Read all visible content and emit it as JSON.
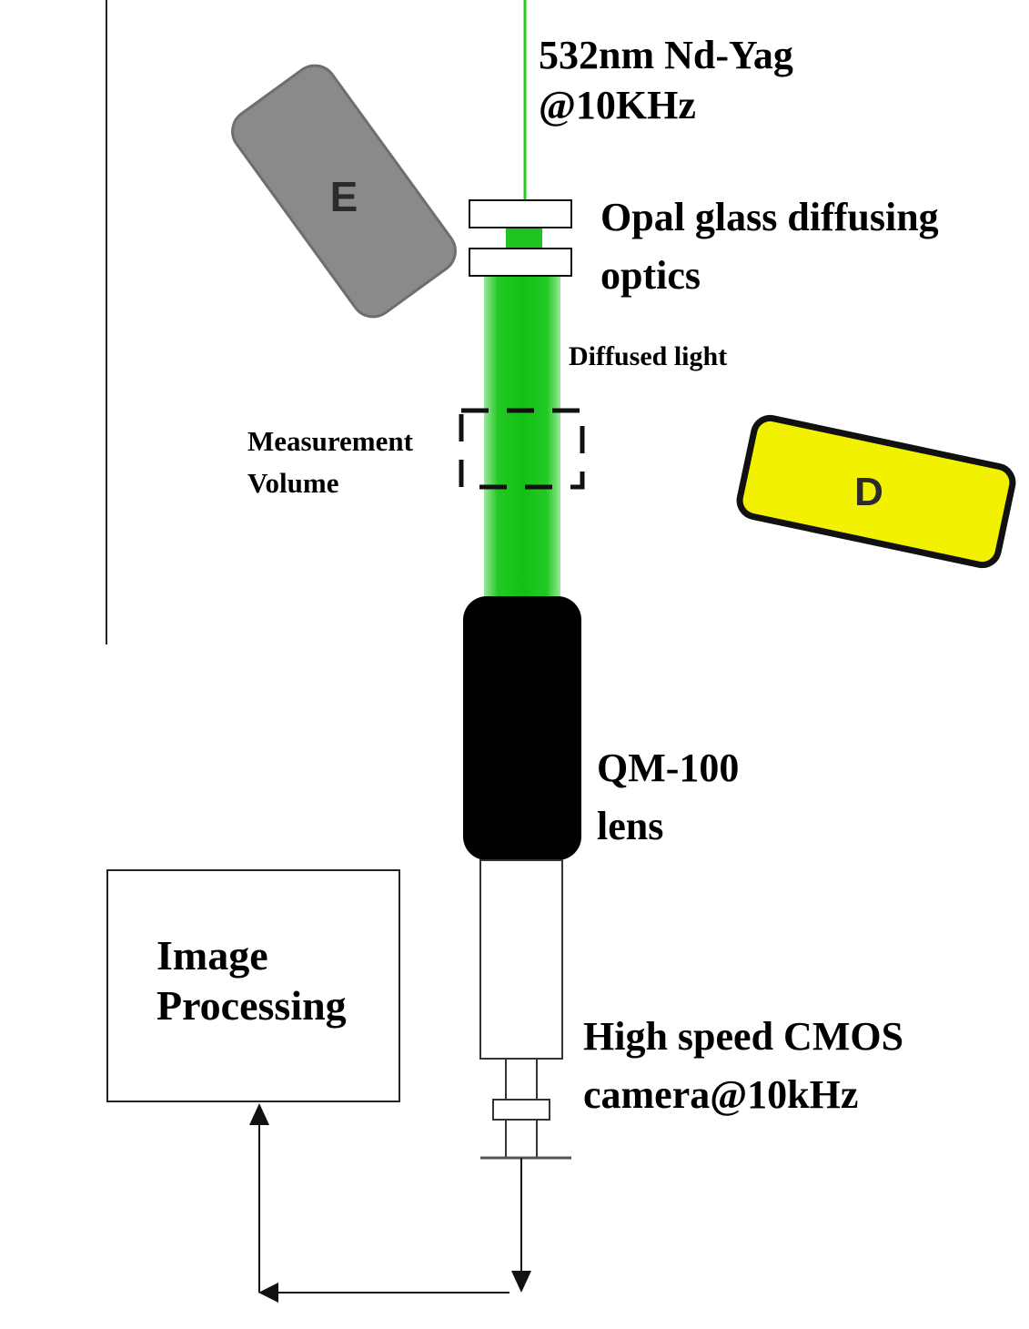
{
  "labels": {
    "laser_line1": "532nm Nd-Yag",
    "laser_line2": "@10KHz",
    "optics_line1": "Opal glass diffusing",
    "optics_line2": "optics",
    "diffused": "Diffused light",
    "measure_line1": "Measurement",
    "measure_line2": "Volume",
    "lens_line1": "QM-100",
    "lens_line2": "lens",
    "camera_line1": "High speed CMOS",
    "camera_line2": "camera@10kHz",
    "processing_line1": "Image",
    "processing_line2": "Processing",
    "electrode_e": "E",
    "electrode_d": "D"
  },
  "colors": {
    "laser_green": "#22cc22",
    "beam_green": "#1ec41e",
    "electrode_e": "#8a8a8a",
    "electrode_d": "#f2f200",
    "lens_body": "#000000"
  }
}
